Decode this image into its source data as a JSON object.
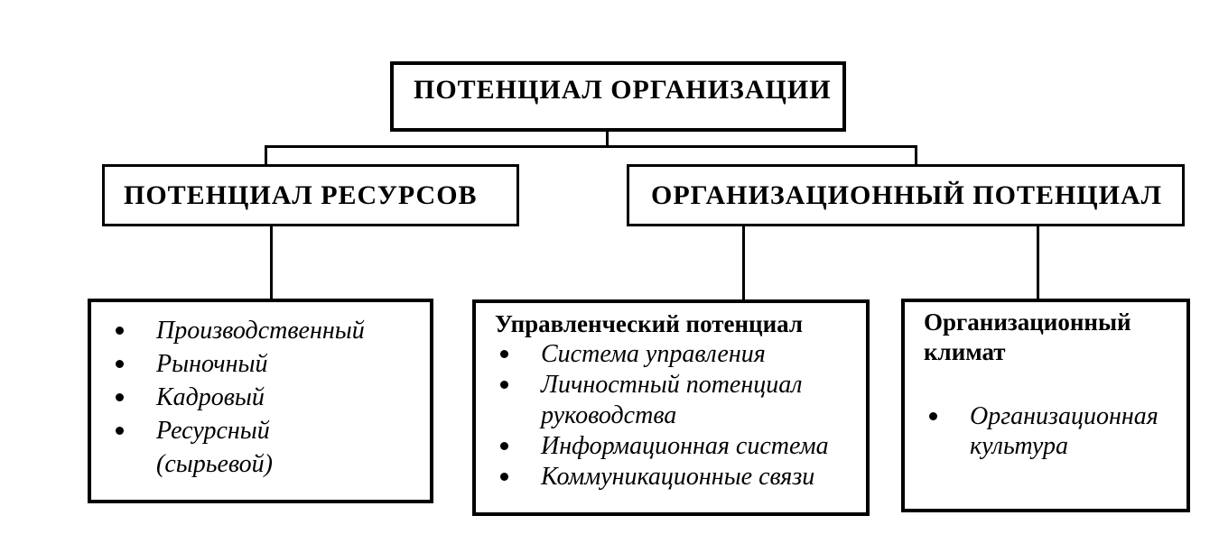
{
  "diagram": {
    "root": {
      "label": "ПОТЕНЦИАЛ ОРГАНИЗАЦИИ"
    },
    "branches": [
      {
        "label": "ПОТЕНЦИАЛ РЕСУРСОВ"
      },
      {
        "label": "ОРГАНИЗАЦИОННЫЙ ПОТЕНЦИАЛ"
      }
    ],
    "leaves": [
      {
        "title": "",
        "items": [
          {
            "lines": [
              "Производственный"
            ]
          },
          {
            "lines": [
              "Рыночный"
            ]
          },
          {
            "lines": [
              "Кадровый"
            ]
          },
          {
            "lines": [
              "Ресурсный",
              "(сырьевой)"
            ]
          }
        ]
      },
      {
        "title": "Управленческий потенциал",
        "items": [
          {
            "lines": [
              "Система управления"
            ]
          },
          {
            "lines": [
              "Личностный потенциал",
              "руководства"
            ]
          },
          {
            "lines": [
              "Информационная система"
            ]
          },
          {
            "lines": [
              "Коммуникационные связи"
            ]
          }
        ]
      },
      {
        "title": "Организационный климат",
        "items": [
          {
            "lines": [
              "Организационная",
              "культура"
            ]
          }
        ]
      }
    ],
    "colors": {
      "line": "#000000",
      "box_border": "#000000",
      "background": "#ffffff",
      "text": "#000000"
    }
  }
}
